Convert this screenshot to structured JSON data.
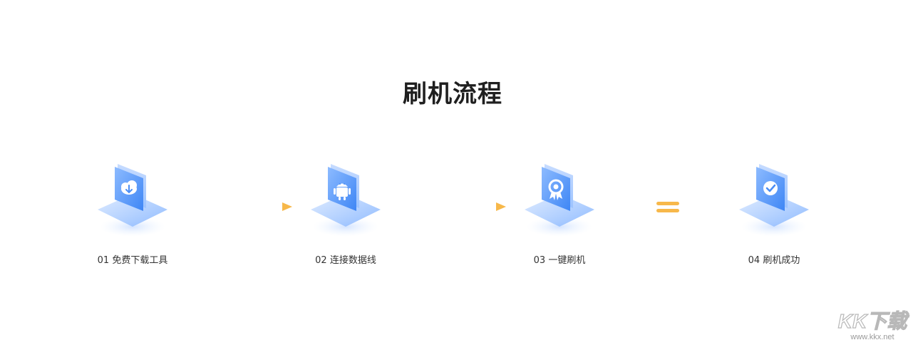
{
  "title": "刷机流程",
  "steps": [
    {
      "label": "01 免费下载工具",
      "icon": "cloud-download-icon"
    },
    {
      "label": "02 连接数据线",
      "icon": "android-icon"
    },
    {
      "label": "03 一键刷机",
      "icon": "badge-icon"
    },
    {
      "label": "04 刷机成功",
      "icon": "checkmark-icon"
    }
  ],
  "connectors": [
    "arrow",
    "arrow",
    "equals"
  ],
  "watermark": {
    "text": "KK下载",
    "url": "www.kkx.net"
  },
  "colors": {
    "accent_blue": "#5b9bff",
    "connector_orange": "#f7b84a",
    "title": "#1f1f1f"
  }
}
